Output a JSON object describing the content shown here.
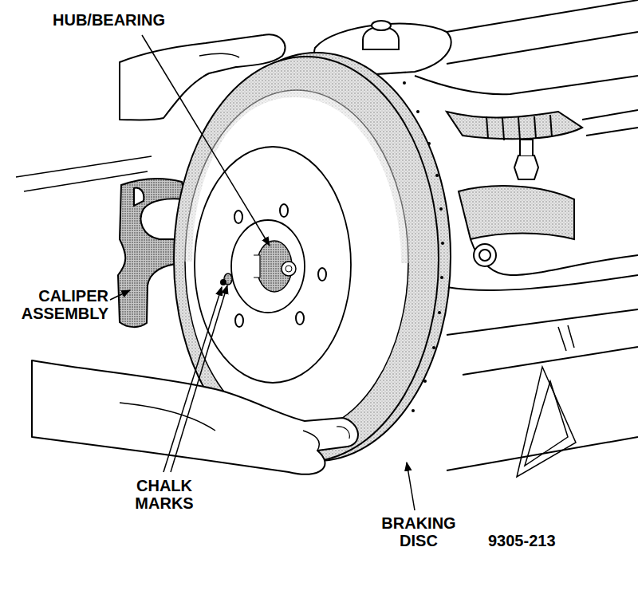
{
  "diagram": {
    "labels": [
      "HUB/BEARING",
      "CALIPER ASSEMBLY",
      "CHALK MARKS",
      "BRAKING DISC",
      "9305-213"
    ]
  }
}
